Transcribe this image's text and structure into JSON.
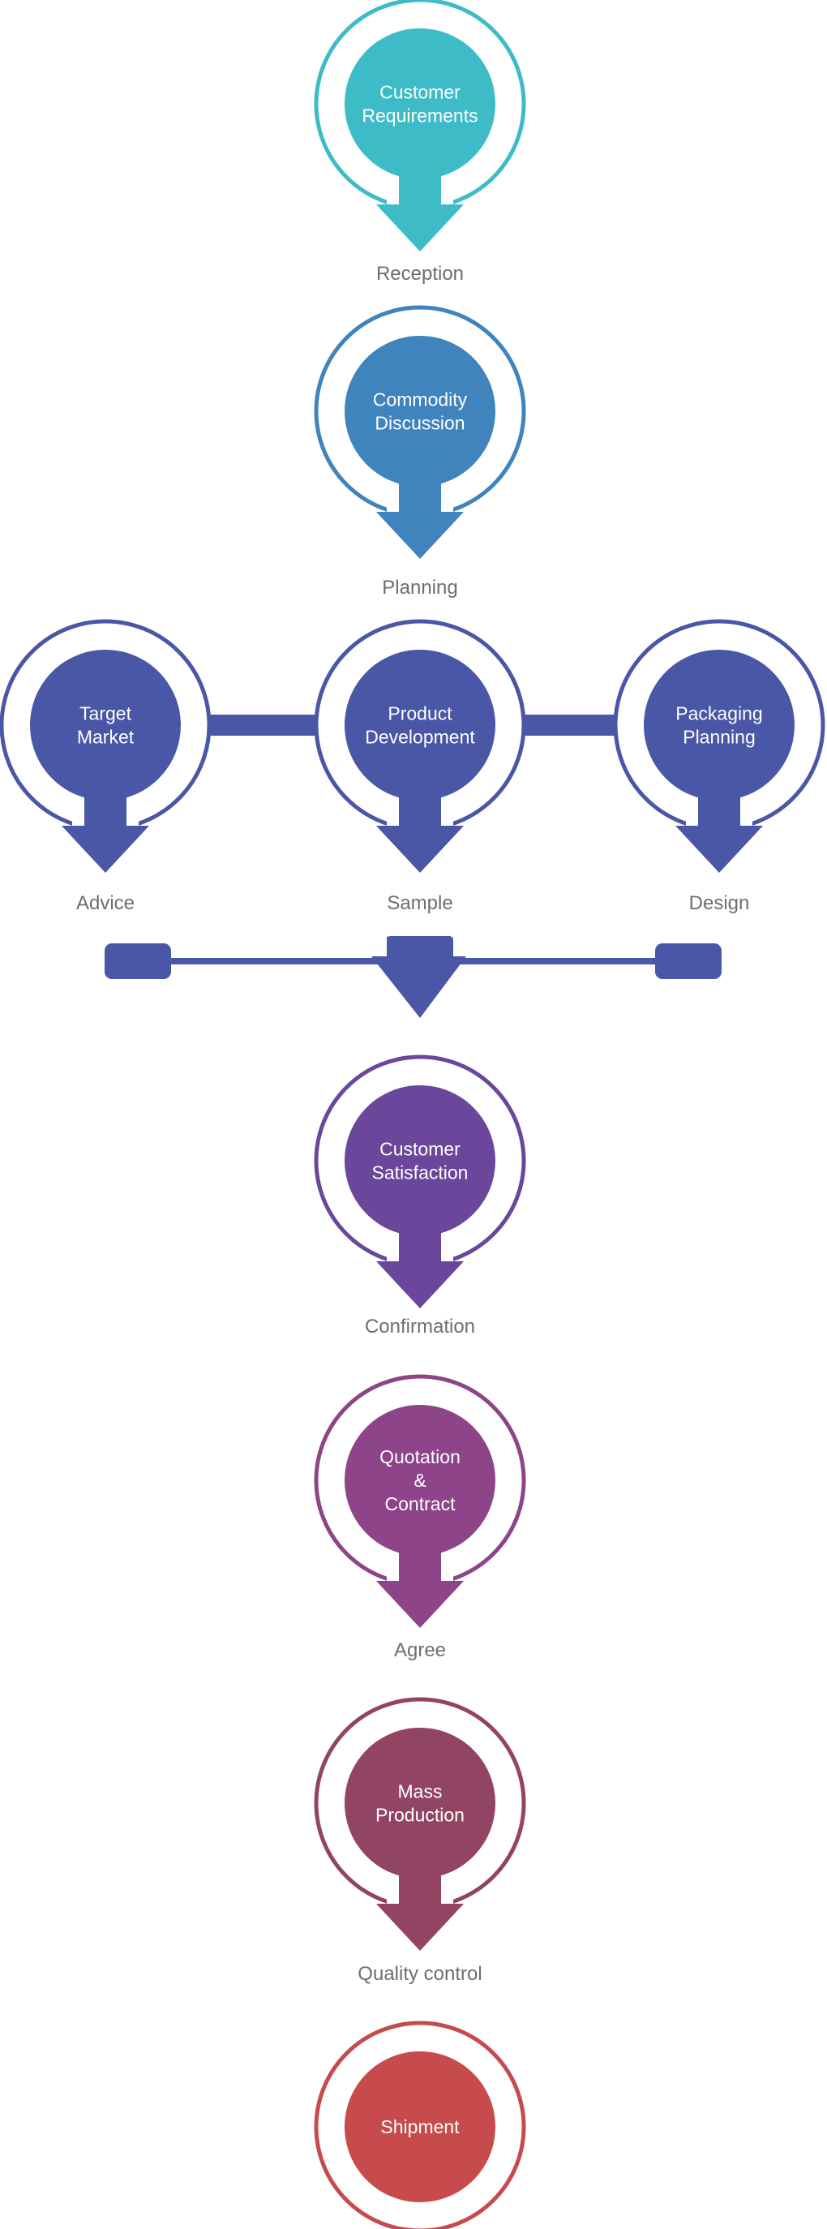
{
  "nodes": [
    {
      "id": "customer-requirements",
      "lines": [
        "Customer",
        "Requirements"
      ],
      "caption": "Reception",
      "color": "#3dbcc7"
    },
    {
      "id": "commodity-discussion",
      "lines": [
        "Commodity",
        "Discussion"
      ],
      "caption": "Planning",
      "color": "#3f84bc"
    },
    {
      "id": "target-market",
      "lines": [
        "Target",
        "Market"
      ],
      "caption": "Advice",
      "color": "#4a56a6"
    },
    {
      "id": "product-development",
      "lines": [
        "Product",
        "Development"
      ],
      "caption": "Sample",
      "color": "#4a56a6"
    },
    {
      "id": "packaging-planning",
      "lines": [
        "Packaging",
        "Planning"
      ],
      "caption": "Design",
      "color": "#4a56a6"
    },
    {
      "id": "customer-satisfaction",
      "lines": [
        "Customer",
        "Satisfaction"
      ],
      "caption": "Confirmation",
      "color": "#6a479b"
    },
    {
      "id": "quotation-contract",
      "lines": [
        "Quotation",
        "&",
        "Contract"
      ],
      "caption": "Agree",
      "color": "#8e4488"
    },
    {
      "id": "mass-production",
      "lines": [
        "Mass",
        "Production"
      ],
      "caption": "Quality control",
      "color": "#924562"
    },
    {
      "id": "shipment",
      "lines": [
        "Shipment"
      ],
      "caption": "",
      "color": "#c74a4c"
    }
  ],
  "connector_color": "#4a56a6"
}
